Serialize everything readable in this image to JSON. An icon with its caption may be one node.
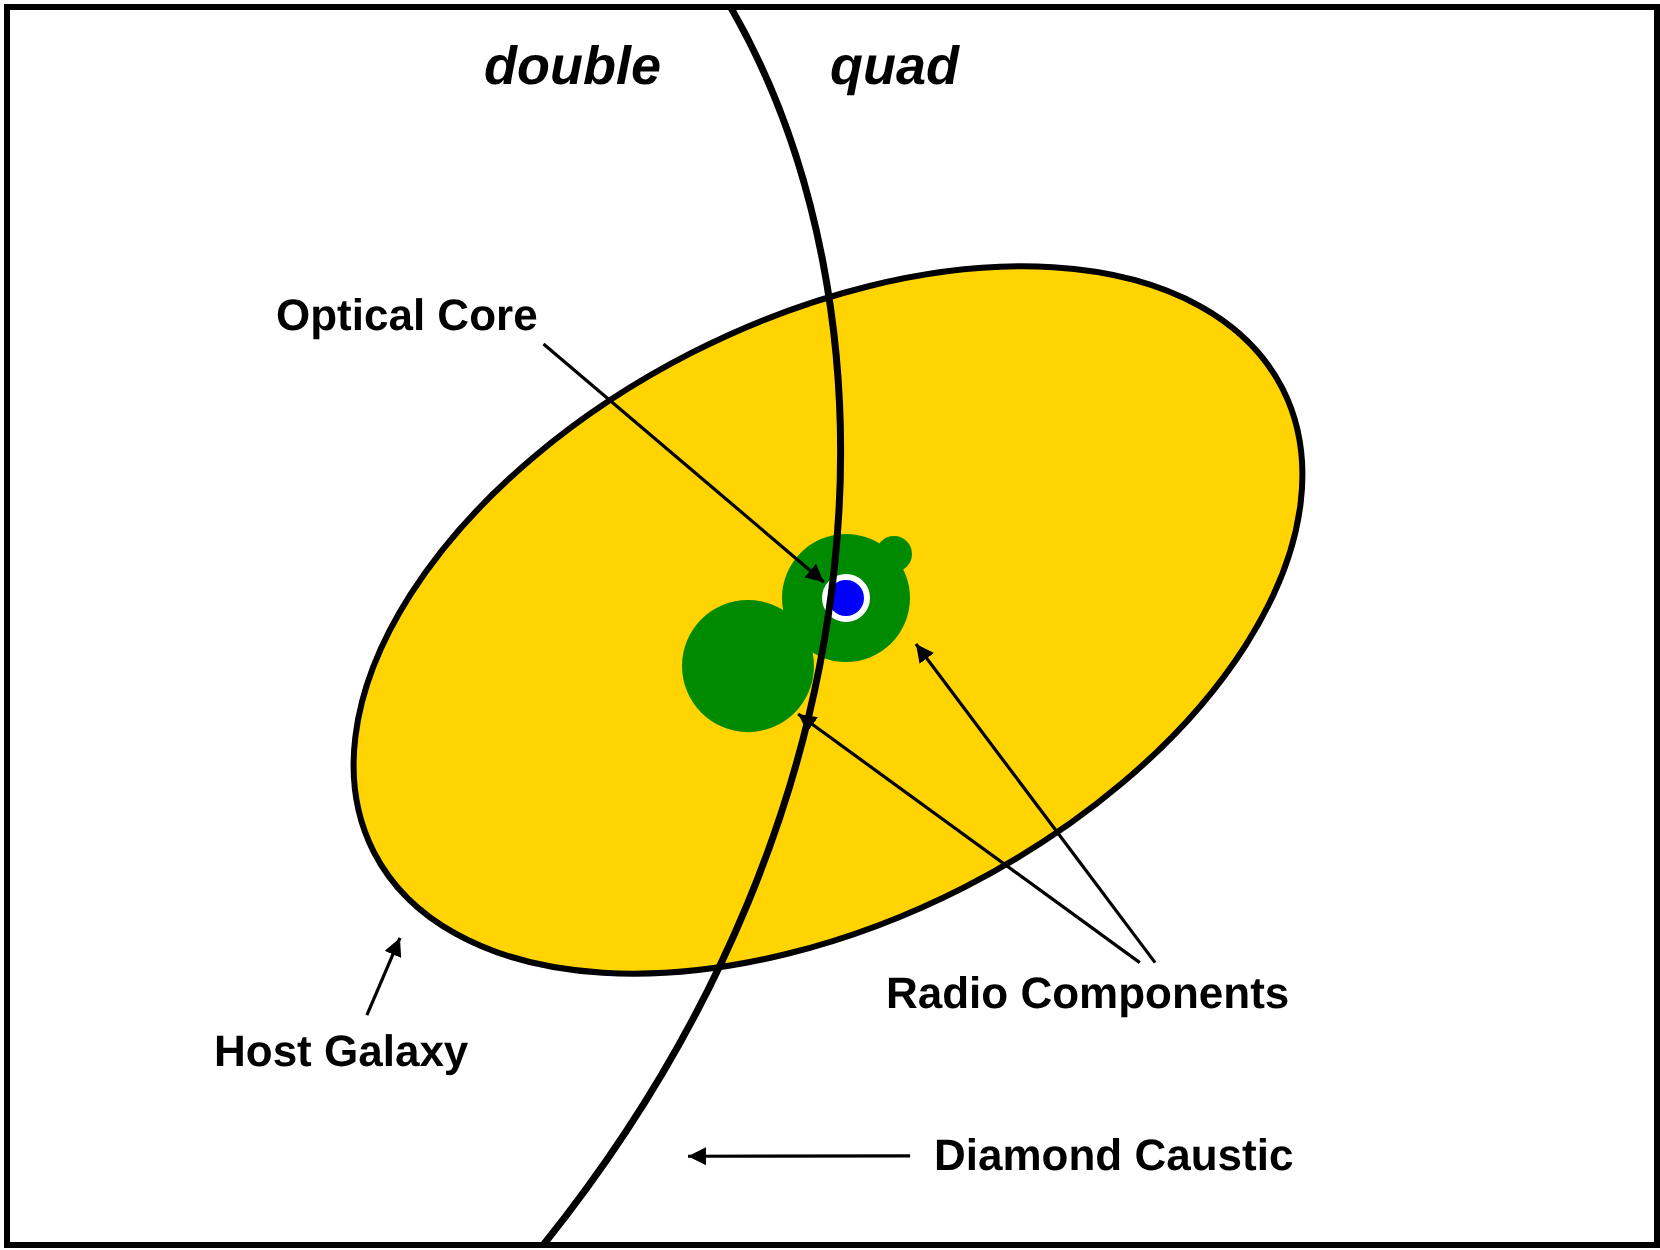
{
  "diagram": {
    "nodes": [
      {
        "text": [
          "Optical Core"
        ]
      },
      {
        "text": [
          "Host Galaxy"
        ]
      },
      {
        "text": [
          "Radio Components"
        ]
      },
      {
        "text": [
          "Diamond Caustic"
        ]
      },
      {
        "text": [],
        "shape": "circle",
        "in": 6
      },
      {
        "text": [],
        "shape": "ellipse"
      },
      {
        "text": [],
        "shape": "circle",
        "in": 5
      },
      {
        "text": [],
        "shape": "circle"
      },
      {
        "text": [],
        "shape": "curve"
      }
    ],
    "edges": [
      {
        "from": 0,
        "to": 4,
        "arrow": "to"
      },
      {
        "from": 1,
        "to": 5,
        "arrow": "to"
      },
      {
        "from": 2,
        "to": 6,
        "arrow": "to"
      },
      {
        "from": 2,
        "to": 7,
        "arrow": "to"
      },
      {
        "from": 3,
        "to": 8,
        "arrow": "to"
      }
    ],
    "labels": [
      "double",
      "quad"
    ]
  }
}
